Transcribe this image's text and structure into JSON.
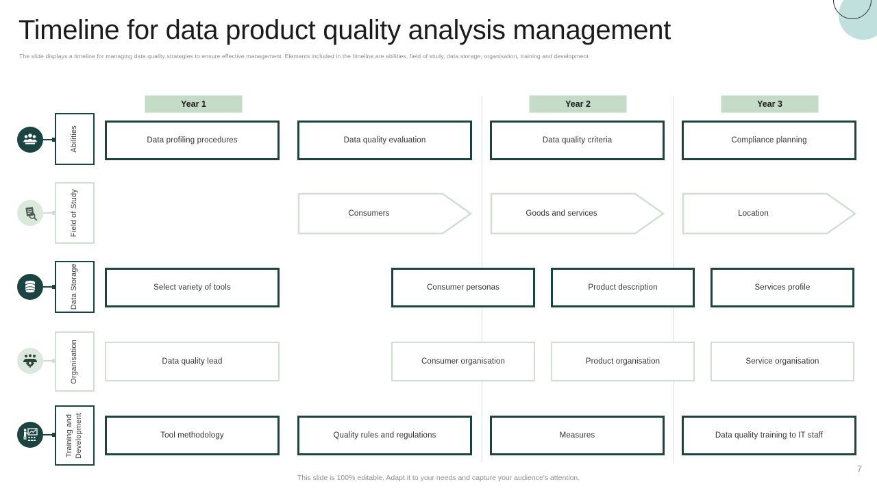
{
  "header": {
    "title": "Timeline for data product quality analysis management",
    "subtitle": "The slide displays a timeline  for managing data quality strategies to ensure effective management. Elements  included in the timeline  are abilities,  field of study, data storage, organisation, training and development"
  },
  "years": [
    {
      "label": "Year 1"
    },
    {
      "label": "Year 2"
    },
    {
      "label": "Year 3"
    }
  ],
  "rows": [
    {
      "label": "Abilities",
      "icon": "people-group-icon",
      "style": "dark",
      "shape": "box",
      "cells": [
        {
          "text": "Data profiling  procedures"
        },
        {
          "text": "Data quality evaluation"
        },
        {
          "text": "Data quality criteria"
        },
        {
          "text": "Compliance  planning"
        }
      ]
    },
    {
      "label": "Field of Study",
      "icon": "document-search-icon",
      "style": "light",
      "shape": "chevron",
      "cells": [
        {
          "text": ""
        },
        {
          "text": "Consumers"
        },
        {
          "text": "Goods and services"
        },
        {
          "text": "Location"
        }
      ]
    },
    {
      "label": "Data Storage",
      "icon": "database-icon",
      "style": "dark",
      "shape": "box",
      "cells": [
        {
          "text": "Select variety  of tools"
        },
        {
          "text": "Consumer  personas"
        },
        {
          "text": "Product description"
        },
        {
          "text": "Services  profile"
        }
      ]
    },
    {
      "label": "Organisation",
      "icon": "team-gear-icon",
      "style": "light",
      "shape": "box",
      "cells": [
        {
          "text": "Data quality lead"
        },
        {
          "text": "Consumer organisation"
        },
        {
          "text": "Product organisation"
        },
        {
          "text": "Service  organisation"
        }
      ]
    },
    {
      "label": "Training and Development",
      "icon": "presentation-training-icon",
      "style": "dark",
      "shape": "box",
      "cells": [
        {
          "text": "Tool methodology"
        },
        {
          "text": "Quality rules and regulations"
        },
        {
          "text": "Measures"
        },
        {
          "text": "Data quality training to IT  staff"
        }
      ]
    }
  ],
  "footer": {
    "note": "This slide is 100% editable. Adapt it to your needs and capture your audience's attention.",
    "page_number": "7"
  },
  "colors": {
    "dark_green": "#1b4440",
    "light_sage": "#cfe0d2",
    "year_pill": "#c5dcc9",
    "accent_teal": "#bfe0dd"
  }
}
